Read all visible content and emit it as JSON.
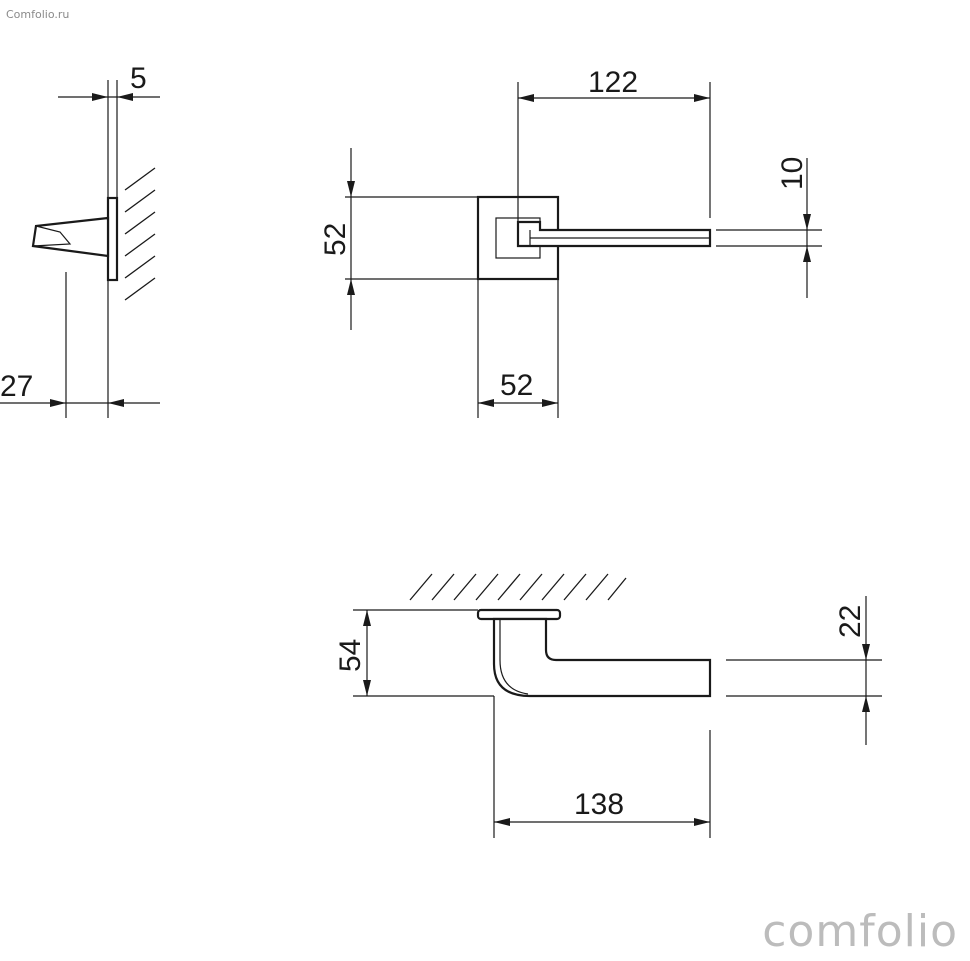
{
  "watermark": {
    "small": "Comfolio.ru",
    "large": "comfolio"
  },
  "dimensions": {
    "side_backplate_thickness": "5",
    "side_projection": "27",
    "front_length": "122",
    "front_rose_height": "52",
    "front_rose_width": "52",
    "front_lever_width": "10",
    "top_projection": "54",
    "top_lever_thickness": "22",
    "top_length": "138"
  }
}
